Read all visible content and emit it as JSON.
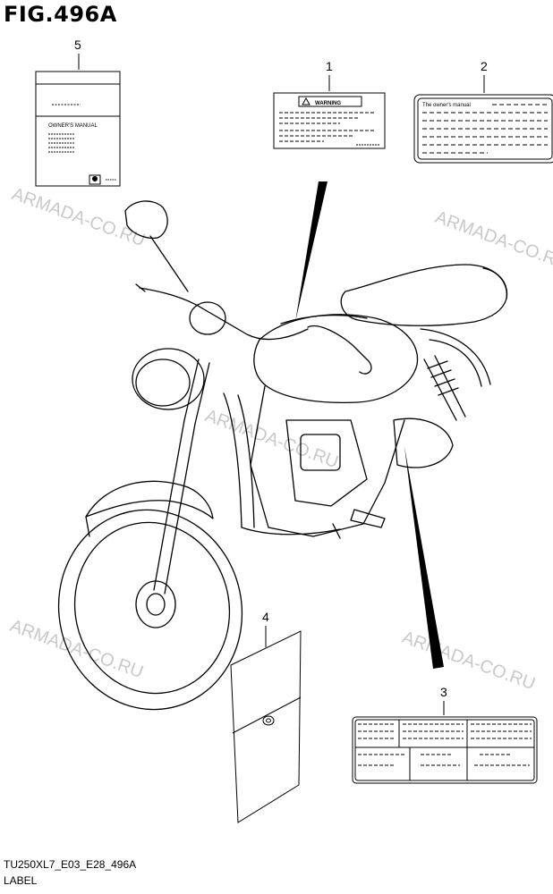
{
  "header": {
    "title": "FIG.496A"
  },
  "watermark": "ARMADA-CO.RU",
  "callouts": [
    {
      "id": "1",
      "label": "1"
    },
    {
      "id": "2",
      "label": "2"
    },
    {
      "id": "3",
      "label": "3"
    },
    {
      "id": "4",
      "label": "4"
    },
    {
      "id": "5",
      "label": "5"
    }
  ],
  "label_texts": {
    "warning": "WARNING",
    "owners_manual_small": "The owner's manual",
    "manual_cover": "OWNER'S MANUAL"
  },
  "footer": {
    "code": "TU250XL7_E03_E28_496A",
    "label": "LABEL"
  },
  "colors": {
    "line": "#000000",
    "watermark": "#c9c9c9"
  }
}
